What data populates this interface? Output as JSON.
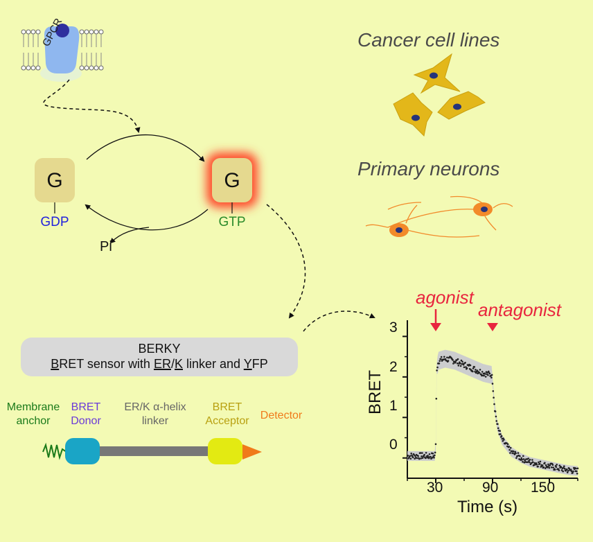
{
  "gpcr": {
    "label": "GPCR"
  },
  "cycle": {
    "g_left": "G",
    "g_right": "G",
    "gdp": "GDP",
    "gtp": "GTP",
    "pi": "Pi"
  },
  "cells": {
    "cancer_title": "Cancer cell lines",
    "neuron_title": "Primary neurons"
  },
  "berky": {
    "title": "BERKY",
    "subtitle_parts": [
      "B",
      "RET sensor with ",
      "ER",
      "/",
      "K",
      " linker and ",
      "Y",
      "FP"
    ]
  },
  "construct": {
    "membrane_anchor": [
      "Membrane",
      "anchor"
    ],
    "bret_donor": [
      "BRET",
      "Donor"
    ],
    "erk_linker": [
      "ER/K α-helix",
      "linker"
    ],
    "bret_acceptor": [
      "BRET",
      "Acceptor"
    ],
    "detector": "Detector"
  },
  "colors": {
    "background": "#f3fab4",
    "g_protein": "#e5d98f",
    "gpcr": "#8fb7ef",
    "ligand": "#2f2f9e",
    "gdp_text": "#2222dd",
    "gtp_text": "#2a8a2a",
    "glow": "#ff4a2a",
    "cancer_cell": "#e3b71a",
    "neuron": "#f28a2a",
    "donor": "#1aa5c6",
    "acceptor": "#e3ea12",
    "detector": "#f07a1a",
    "anchor": "#1a7a1a",
    "annotation": "#e8253e"
  },
  "chart_data": {
    "type": "scatter",
    "ylabel": "BRET",
    "xlabel": "Time (s)",
    "xticks": [
      "30",
      "90",
      "150"
    ],
    "yticks": [
      "0",
      "1",
      "2",
      "3"
    ],
    "xlim": [
      0,
      180
    ],
    "ylim": [
      -0.5,
      3.4
    ],
    "annotations": [
      {
        "text": "agonist",
        "x": 30
      },
      {
        "text": "antagonist",
        "x": 90
      }
    ],
    "series": [
      {
        "x": [
          0,
          10,
          20,
          29,
          30,
          31,
          33,
          40,
          50,
          60,
          70,
          80,
          89,
          90,
          92,
          95,
          100,
          110,
          120,
          130,
          140,
          150,
          160,
          170,
          180
        ],
        "y": [
          0.05,
          0.05,
          0.05,
          0.05,
          0.3,
          2.2,
          2.4,
          2.45,
          2.4,
          2.3,
          2.2,
          2.1,
          2.05,
          1.9,
          1.3,
          0.8,
          0.45,
          0.15,
          0.0,
          -0.1,
          -0.15,
          -0.2,
          -0.25,
          -0.3,
          -0.32
        ]
      }
    ]
  }
}
